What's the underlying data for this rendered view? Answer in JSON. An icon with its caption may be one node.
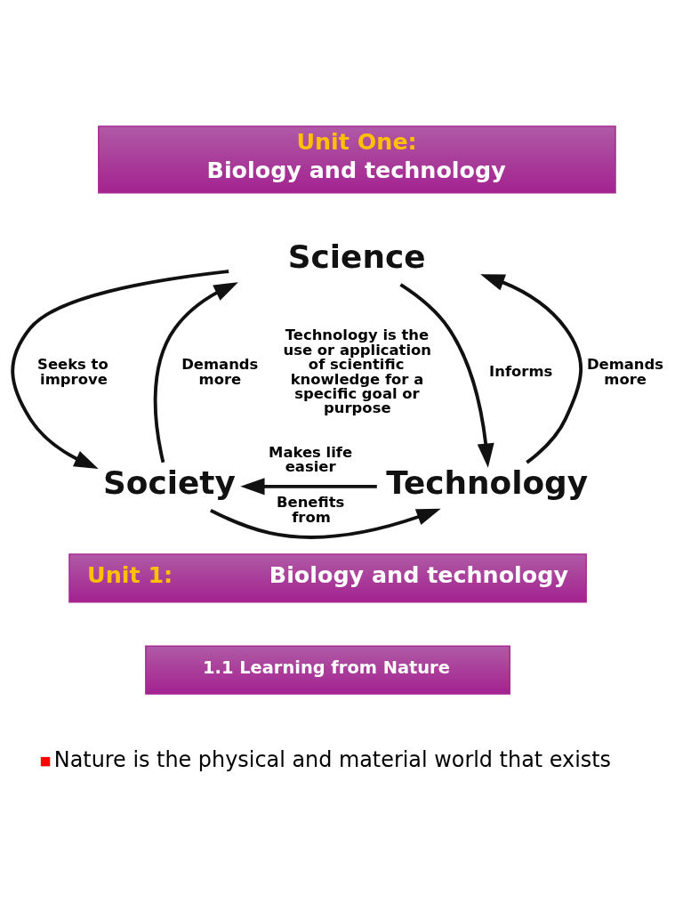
{
  "diagram": {
    "nodes": [
      {
        "text": [
          "Unit One:",
          "Biology and technology"
        ]
      },
      {
        "text": [
          "Science"
        ]
      },
      {
        "text": [
          "Society"
        ]
      },
      {
        "text": [
          "Technology"
        ]
      },
      {
        "text": [
          "Unit 1:",
          "Biology and technology"
        ]
      },
      {
        "text": [
          "1.1 Learning from Nature"
        ]
      }
    ],
    "edges": [
      {
        "from": 1,
        "to": 2,
        "arrow": "to",
        "label": "Seeks to improve"
      },
      {
        "from": 1,
        "to": 3,
        "arrow": "to",
        "label": "Informs"
      },
      {
        "from": 2,
        "to": 1,
        "arrow": "to",
        "label": "Demands more"
      },
      {
        "from": 3,
        "to": 1,
        "arrow": "to",
        "label": "Demands more"
      },
      {
        "from": 2,
        "to": 3,
        "arrow": "to",
        "label": "Benefits from"
      },
      {
        "from": 3,
        "to": 2,
        "arrow": "to",
        "label": "Makes life easier"
      }
    ],
    "labels": [
      "Technology is the use or application of scientific knowledge for a specific goal or purpose",
      "Nature is the physical and material world that exists"
    ]
  }
}
